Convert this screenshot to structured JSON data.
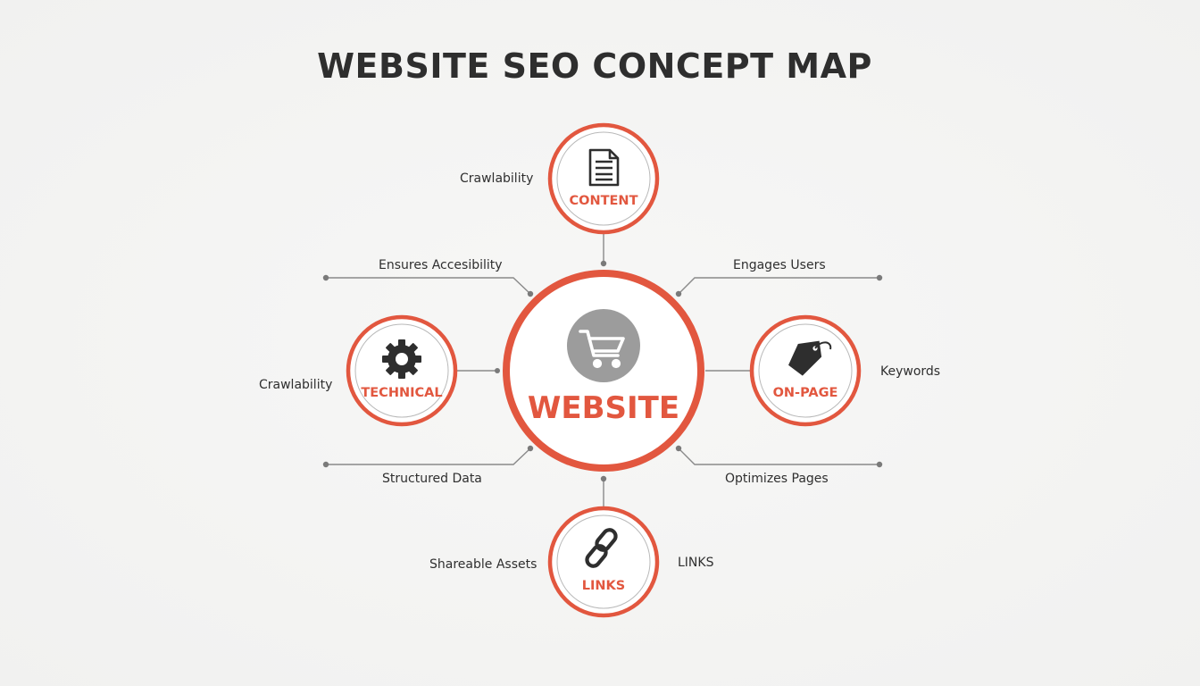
{
  "title": "WEBSITE SEO CONCEPT MAP",
  "colors": {
    "accent": "#e2573f",
    "text": "#2f2f2f",
    "line": "#8a8a8a",
    "icon_dark": "#2e2e2e",
    "hub_icon_bg": "#9c9c9c"
  },
  "center": {
    "label": "WEBSITE",
    "icon": "shopping-cart-icon"
  },
  "nodes": {
    "content": {
      "label": "CONTENT",
      "icon": "document-icon"
    },
    "technical": {
      "label": "TECHNICAL",
      "icon": "gear-icon"
    },
    "on_page": {
      "label": "ON-PAGE",
      "icon": "tag-icon"
    },
    "links": {
      "label": "LINKS",
      "icon": "chain-link-icon"
    }
  },
  "labels": {
    "crawlability_top": "Crawlability",
    "ensures_accessibility": "Ensures Accesibility",
    "engages_users": "Engages Users",
    "crawlability_left": "Crawlability",
    "keywords": "Keywords",
    "structured_data": "Structured Data",
    "optimizes_pages": "Optimizes Pages",
    "shareable_assets": "Shareable Assets",
    "links_side": "LINKS"
  }
}
